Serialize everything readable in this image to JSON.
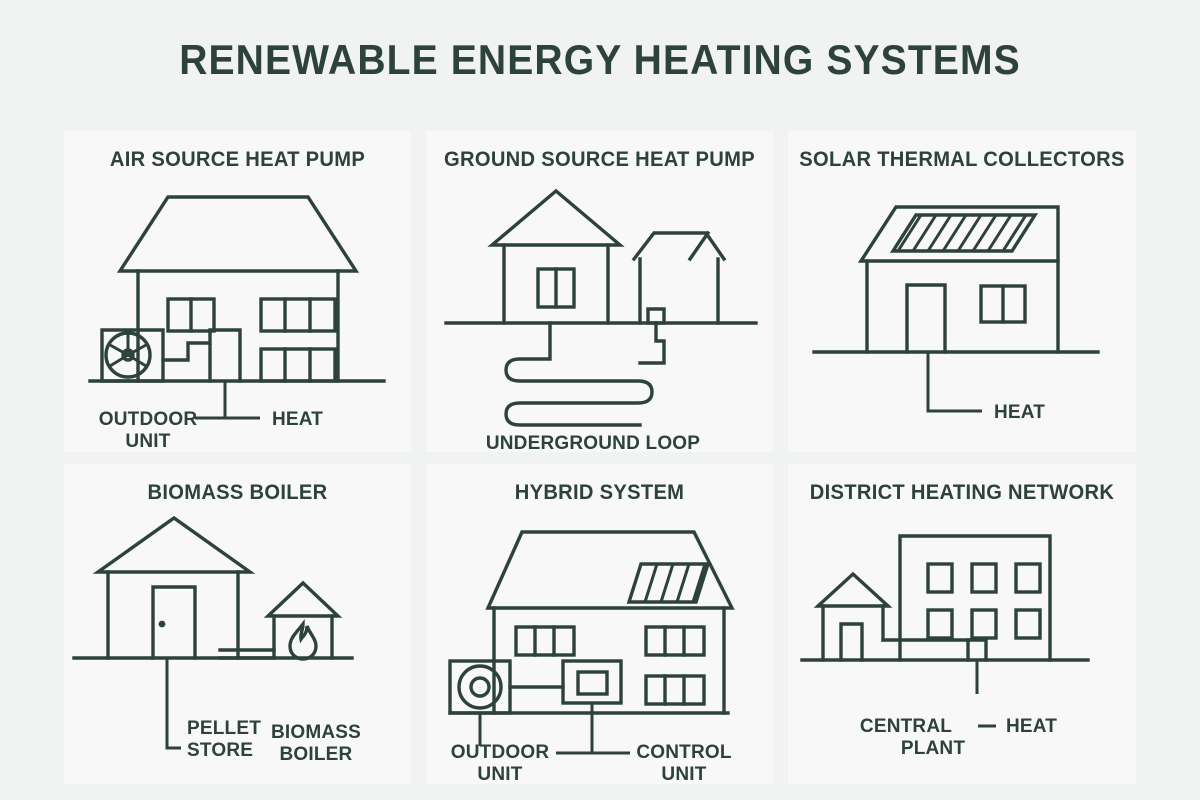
{
  "title": "RENEWABLE ENERGY HEATING SYSTEMS",
  "colors": {
    "background": "#f1f2f2",
    "card": "#f8f8f8",
    "ink": "#2d4239"
  },
  "panels": [
    {
      "id": "air-source-heat-pump",
      "title": "AIR SOURCE HEAT PUMP",
      "icons": [
        "house-two-storey-icon",
        "outdoor-unit-fan-icon",
        "ground-line-icon",
        "pipe-icon"
      ],
      "labels": [
        {
          "text_line1": "OUTDOOR",
          "text_line2": "UNIT"
        },
        {
          "text_line1": "HEAT",
          "text_line2": ""
        }
      ]
    },
    {
      "id": "ground-source-heat-pump",
      "title": "GROUND SOURCE HEAT PUMP",
      "icons": [
        "house-gable-icon",
        "shed-icon",
        "ground-line-icon",
        "serpentine-loop-icon"
      ],
      "labels": [
        {
          "text_line1": "UNDERGROUND LOOP",
          "text_line2": ""
        }
      ]
    },
    {
      "id": "solar-thermal-collectors",
      "title": "SOLAR THERMAL COLLECTORS",
      "icons": [
        "house-slant-roof-icon",
        "solar-collector-panel-icon",
        "door-icon",
        "window-icon",
        "ground-line-icon"
      ],
      "labels": [
        {
          "text_line1": "HEAT",
          "text_line2": ""
        }
      ]
    },
    {
      "id": "biomass-boiler",
      "title": "BIOMASS BOILER",
      "icons": [
        "house-gable-icon",
        "door-icon",
        "outbuilding-icon",
        "flame-icon",
        "ground-line-icon",
        "pipe-icon"
      ],
      "labels": [
        {
          "text_line1": "PELLET",
          "text_line2": "STORE"
        },
        {
          "text_line1": "BIOMASS",
          "text_line2": "BOILER"
        }
      ]
    },
    {
      "id": "hybrid-system",
      "title": "HYBRID SYSTEM",
      "icons": [
        "house-two-storey-icon",
        "solar-collector-panel-icon",
        "outdoor-unit-circle-icon",
        "control-unit-box-icon",
        "ground-line-icon"
      ],
      "labels": [
        {
          "text_line1": "OUTDOOR",
          "text_line2": "UNIT"
        },
        {
          "text_line1": "CONTROL",
          "text_line2": "UNIT"
        }
      ]
    },
    {
      "id": "district-heating-network",
      "title": "DISTRICT HEATING NETWORK",
      "icons": [
        "house-small-icon",
        "apartment-block-icon",
        "ground-line-icon",
        "pipe-icon"
      ],
      "labels": [
        {
          "text_line1": "CENTRAL",
          "text_line2": "PLANT"
        },
        {
          "text_line1": "HEAT",
          "text_line2": ""
        }
      ]
    }
  ]
}
